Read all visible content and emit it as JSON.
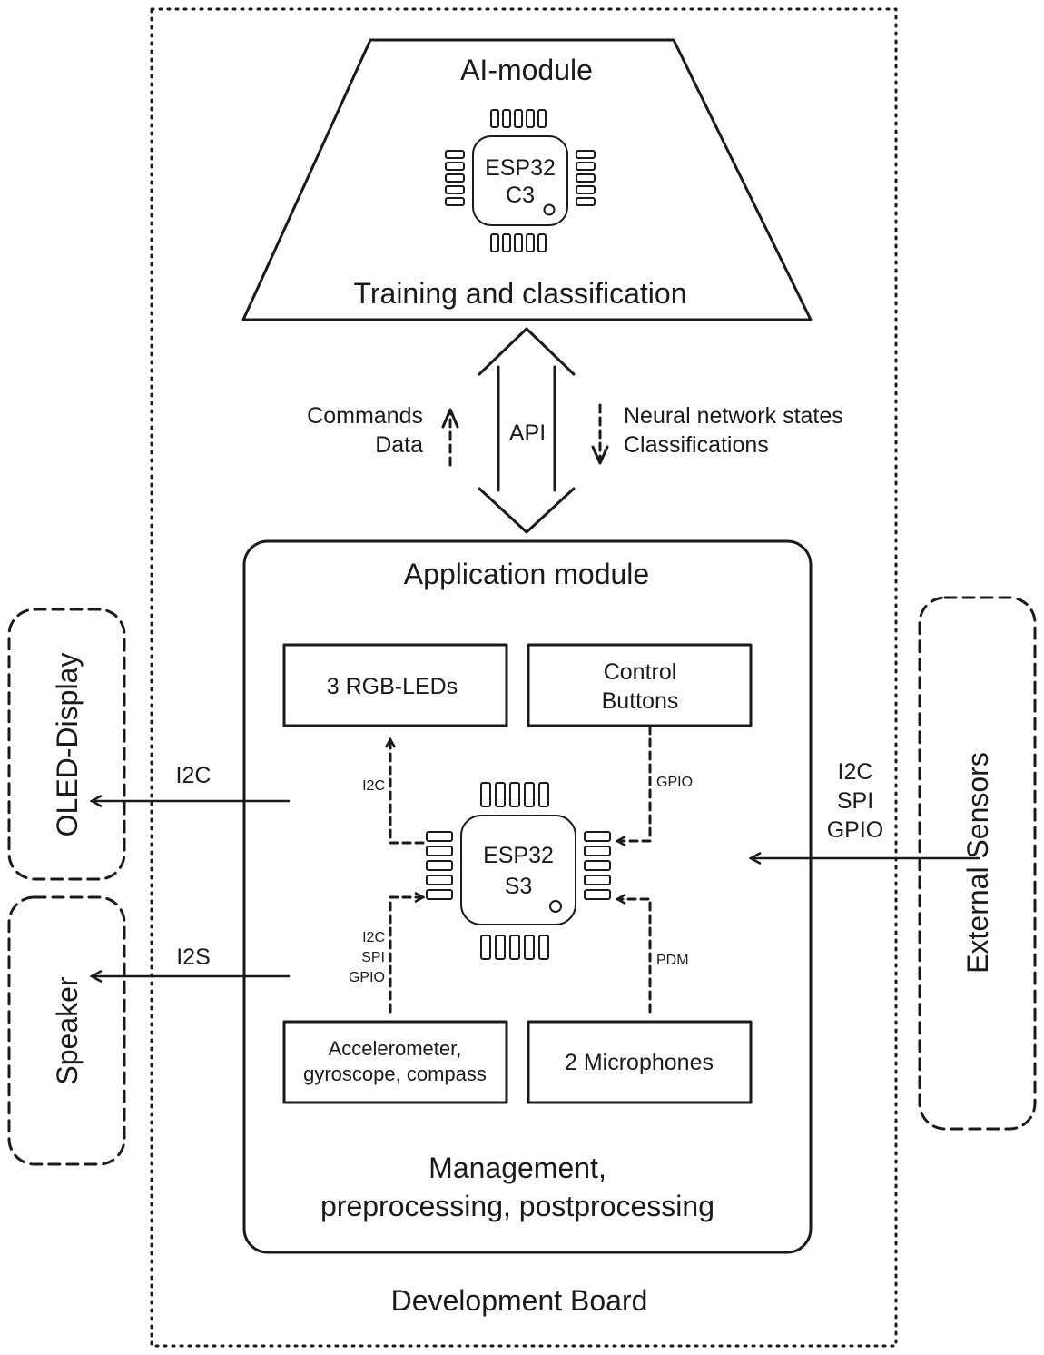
{
  "board": {
    "title": "Development Board"
  },
  "ai_module": {
    "title": "AI-module",
    "subtitle": "Training and classification",
    "chip": {
      "line1": "ESP32",
      "line2": "C3"
    }
  },
  "api": {
    "label": "API",
    "left_lines": [
      "Commands",
      "Data"
    ],
    "right_lines": [
      "Neural network states",
      "Classifications"
    ]
  },
  "app_module": {
    "title": "Application module",
    "footer_lines": [
      "Management,",
      "preprocessing, postprocessing"
    ],
    "chip": {
      "line1": "ESP32",
      "line2": "S3"
    },
    "blocks": {
      "leds": "3 RGB-LEDs",
      "buttons": [
        "Control",
        "Buttons"
      ],
      "sensors": [
        "Accelerometer,",
        "gyroscope, compass"
      ],
      "mics": "2 Microphones"
    },
    "links": {
      "leds": "I2C",
      "buttons": "GPIO",
      "sensors": [
        "I2C",
        "SPI",
        "GPIO"
      ],
      "mics": "PDM"
    }
  },
  "external": {
    "oled": {
      "label": "OLED-Display",
      "bus": "I2C"
    },
    "speaker": {
      "label": "Speaker",
      "bus": "I2S"
    },
    "sensors": {
      "label": "External Sensors",
      "bus_lines": [
        "I2C",
        "SPI",
        "GPIO"
      ]
    }
  },
  "colors": {
    "stroke": "#1a1a1a",
    "background": "#ffffff"
  }
}
